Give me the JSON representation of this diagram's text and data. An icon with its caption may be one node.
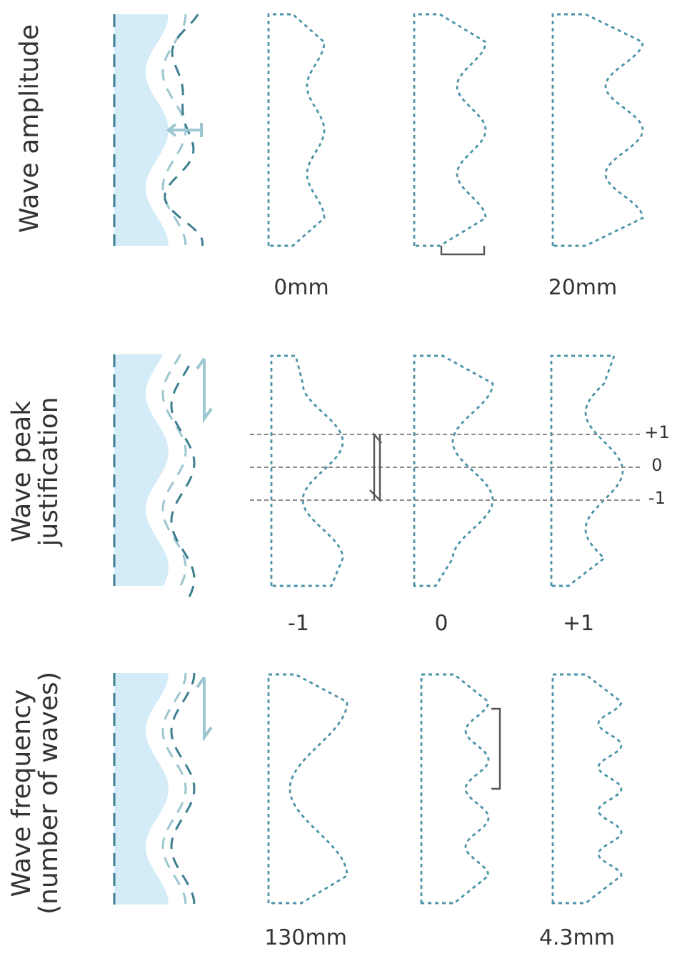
{
  "diagram": {
    "labels": [
      "Wave amplitude",
      "0mm",
      "20mm",
      "Wave peak justification",
      "+1",
      "0",
      "-1",
      "-1",
      "0",
      "+1",
      "Wave frequency (number of waves)",
      "130mm",
      "4.3mm"
    ]
  }
}
